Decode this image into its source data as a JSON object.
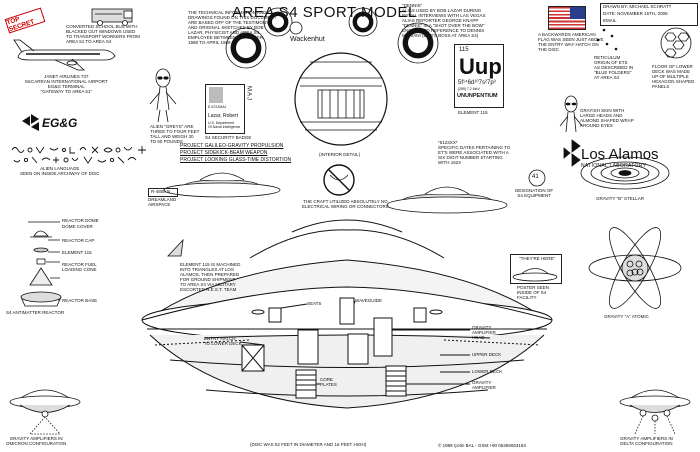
{
  "title": "AREA S4 SPORT MODEL",
  "stamp": "TOP SECRET",
  "bus_note": "CONVERTED SCHOOL BUS WITH\nBLACKED OUT WINDOWS USED\nTO TRANSPORT WORKERS FROM\nAREA 51 TO AREA S4",
  "airline_note": "JANET AIRLINES 737\nMcCARRAN INTERNATIONAL AIRPORT\nEG&G TERMINAL\n\"GATEWAY TO AREA 51\"",
  "egg_logo": "EG&G",
  "alien_note": "ALIEN \"GREYS\" ARE\nTHREE TO FOUR FEET\nTALL AND WEIGH 30\nTO 60 POUNDS",
  "alien_language": "ALIEN LANGUAGE\nSEEN ON INSIDE ARCHWAY OF DISC",
  "info_paragraph": "THE TECHNICAL INFORMATION AND\nDRAWINGS FOUND ON THIS DOCUMENT\nARE BASED OFF OF THE TESTIMONY\nAND ORIGINAL SKETCHES BY BOB\nLAZAR, PHYSICIST AND AREA S4\nEMPLOYEE BETWEEN DECEMBER\n1988 TO APRIL 1989",
  "badge": {
    "code": "E-6722MAJ",
    "name": "Lazar, Robert",
    "agency": "U.S. Department\nOf Naval Intelligence",
    "vert": "MAJ",
    "caption": "S4 SECURITY BADGE"
  },
  "wackenhut": "Wackenhut",
  "projects": [
    "PROJECT GALILEO-GRAVITY PROPULSION",
    "PROJECT SIDEKICK-BEAM WEAPON",
    "PROJECT LOOKING GLASS-TIME DISTORTION"
  ],
  "interior_detail": "(INTERIOR DETAIL)",
  "no_wiring": "THE CRAFT UTILIZED ABSOLUTELY NO\nELECTRICAL WIRING OR CONNECTORS",
  "dennis": "\"DENNIS\"\nALIAS USED BY BOB LAZAR DURING\nINITIAL INTERVIEWS WITH LAS VEGAS\nALIAS REPORTER GEORGE KNAPP\n\"DENNIS\" IS A \"SHOT OVER THE BOW\"\nENCRYPTED REFERENCE TO DENNIS\nMARIANI (BOB'S BOSS AT AREA S4)",
  "element": {
    "number": "115",
    "symbol": "Uup",
    "config": "5f¹⁴6d¹⁰7s²7p³",
    "mass": "[289] 7.2 MeV",
    "name": "UNUNPENTIUM",
    "caption": "ELEMENT 115"
  },
  "element_note": "*5123XX*\nSPECIFIC DATES PERTAINING TO\nET'S WERE ASSOCIATED WITH A\nSIX DIGIT NUMBER STARTING\nWITH 1623",
  "flag_note": "A BACKWARDS AMERICAN\nFLAG WAS SEEN JUST ABOVE\nTHE ENTRY WAY HATCH ON\nTHE DISC",
  "drawn_by": "DRAWN BY: MICHAEL SCHRATT",
  "date": "DATE: NOVEMBER 15TH, 2006",
  "email": "EMAIL",
  "reticulum": "RETICULUM\nORIGIN OF ETS\nAS DESCRIBED IN\n\"BLUE FOLDERS\"\nAT AREA S4",
  "floor_note": "FLOOR OF LOWER\nDECK WAS MADE\nUP OF MULTIPLE\nHEXAGON SHAPED\nPANELS",
  "grayish_note": "GRAYISH SKIN WITH\nLARGE HEADS AND\nALMOND SHAPED WRAP\nAROUND EYES",
  "los_alamos": {
    "l1": "Los Alamos",
    "l2": "NATIONAL LABORATORY"
  },
  "designation_number": "41",
  "designation": "DESIGNATION OF\nS4 EQUIPMENT",
  "gravity_b": "GRAVITY \"B\" STELLAR",
  "gravity_a": "GRAVITY \"A\" ATOMIC",
  "dreamland_code": "R-4808 N",
  "dreamland": "DREAMLAND\nAIRSPACE",
  "reactor_labels": [
    "REACTOR DOME",
    "DOME COVER",
    "REACTOR CAP",
    "ELEMENT 115",
    "REACTOR FUEL\nLOADING CONE",
    "REACTOR BASE"
  ],
  "reactor_caption": "S4 ANTIMATTER REACTOR",
  "element_triangles": "ELEMENT 115 IS MACHINED\nINTO TRIANGLES AT LOS\nALAMOS, THEN PREPARED\nFOR GROUND SHIPMENT\nTO AREA S4 VIA MILITARY\nESCORTED N.E.S.T. TEAM",
  "poster_sign": "\"THEY'RE HERE\"",
  "poster_note": "POSTER SEEN\nINSIDE OF S4\nFACILITY",
  "hull_labels": {
    "seats": "SEATS",
    "waveguide": "WAVEGUIDE",
    "entry_hatch": "ENTRY HATCH\nTO LOWER DECK",
    "amp_head": "GRAVITY\nAMPLIFIER\nHEAD",
    "upper_deck": "UPPER DECK",
    "lower_deck": "LOWER DECK",
    "core_plates": "CORE\nPLATES",
    "gravity_amp": "GRAVITY\nAMPLIFIER"
  },
  "omicron": "GRAVITY AMPLIFIERS IN\nOMICRON CONFIGURATION",
  "delta": "GRAVITY AMPLIFIERS IN\nDELTA CONFIGURATION",
  "dimensions": "(DISC WAS 52 FEET IN DIAMETER AND 16 FEET HIGH)",
  "copyright": "© 1998 Çetin BAL - GSM:+90  05366063183"
}
